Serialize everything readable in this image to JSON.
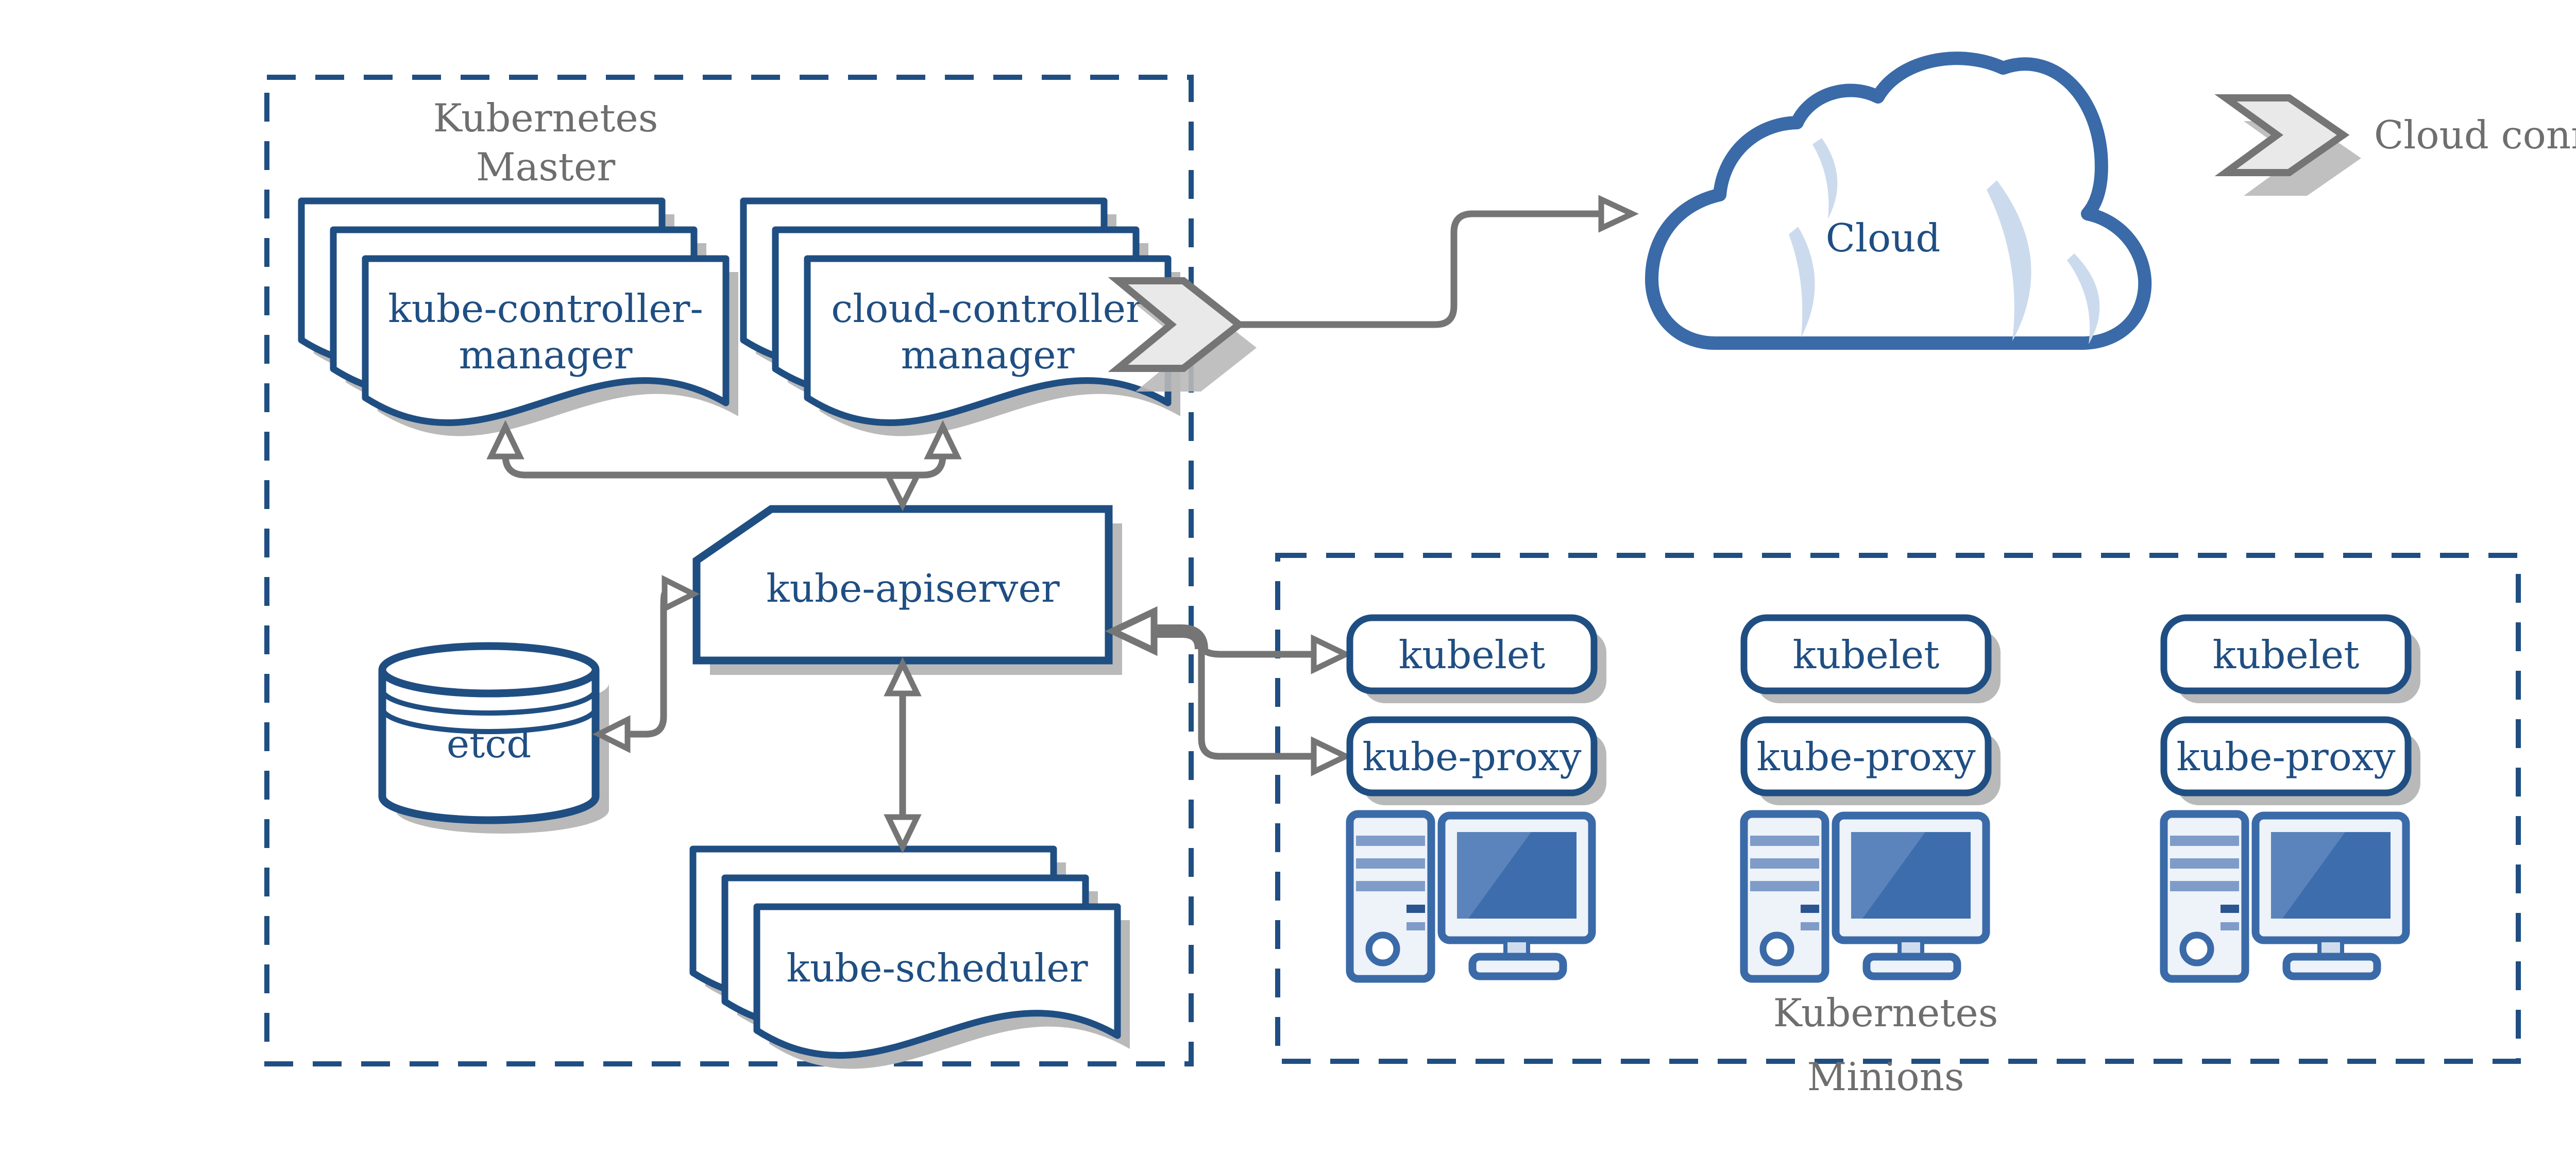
{
  "master": {
    "title_line1": "Kubernetes",
    "title_line2": "Master"
  },
  "nodes": {
    "kube_controller_manager": {
      "line1": "kube-controller-",
      "line2": "manager"
    },
    "cloud_controller_manager": {
      "line1": "cloud-controller",
      "line2": "manager"
    },
    "kube_apiserver": {
      "label": "kube-apiserver"
    },
    "etcd": {
      "label": "etcd"
    },
    "kube_scheduler": {
      "label": "kube-scheduler"
    },
    "cloud": {
      "label": "Cloud"
    }
  },
  "minions": {
    "title_line1": "Kubernetes",
    "title_line2": "Minions",
    "columns": [
      {
        "kubelet": "kubelet",
        "kube_proxy": "kube-proxy"
      },
      {
        "kubelet": "kubelet",
        "kube_proxy": "kube-proxy"
      },
      {
        "kubelet": "kubelet",
        "kube_proxy": "kube-proxy"
      }
    ]
  },
  "legend": {
    "cloud_connector": "Cloud connector"
  },
  "icons": {
    "cloud_connector": "chevron-arrow",
    "minion_machine": "desktop-computer",
    "etcd_store": "database-cylinder",
    "cloud": "cloud-shape"
  },
  "colors": {
    "navy": "#1f4e82",
    "steel": "#3a6aa8",
    "gray": "#757575",
    "gray-text": "#6e6e6e",
    "shadow": "#b9b9b9",
    "light-blue": "#ccdaed",
    "chevron-fill": "#e9e9e9",
    "screen": "#3e6dad",
    "screen-hl": "#5b84bc",
    "pc-light": "#eef2f9",
    "pc-stripe": "#7f9cc9",
    "pc-dark": "#2a5590",
    "stand": "#cfdcee",
    "bg": "#ffffff"
  }
}
